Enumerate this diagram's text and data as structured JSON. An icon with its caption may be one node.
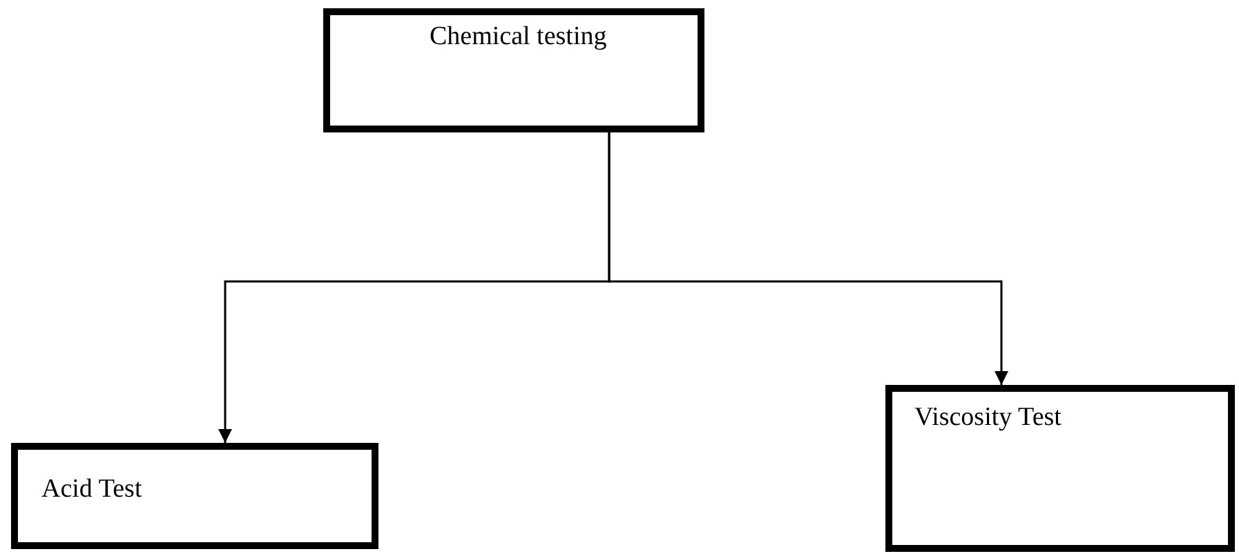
{
  "diagram": {
    "nodes": [
      {
        "text": [
          "Chemical testing"
        ]
      },
      {
        "text": [
          "Acid Test"
        ]
      },
      {
        "text": [
          "Viscosity Test"
        ]
      }
    ],
    "edges": [
      {
        "from": 0,
        "to": 1,
        "arrow": "to"
      },
      {
        "from": 0,
        "to": 2,
        "arrow": "to"
      }
    ]
  }
}
